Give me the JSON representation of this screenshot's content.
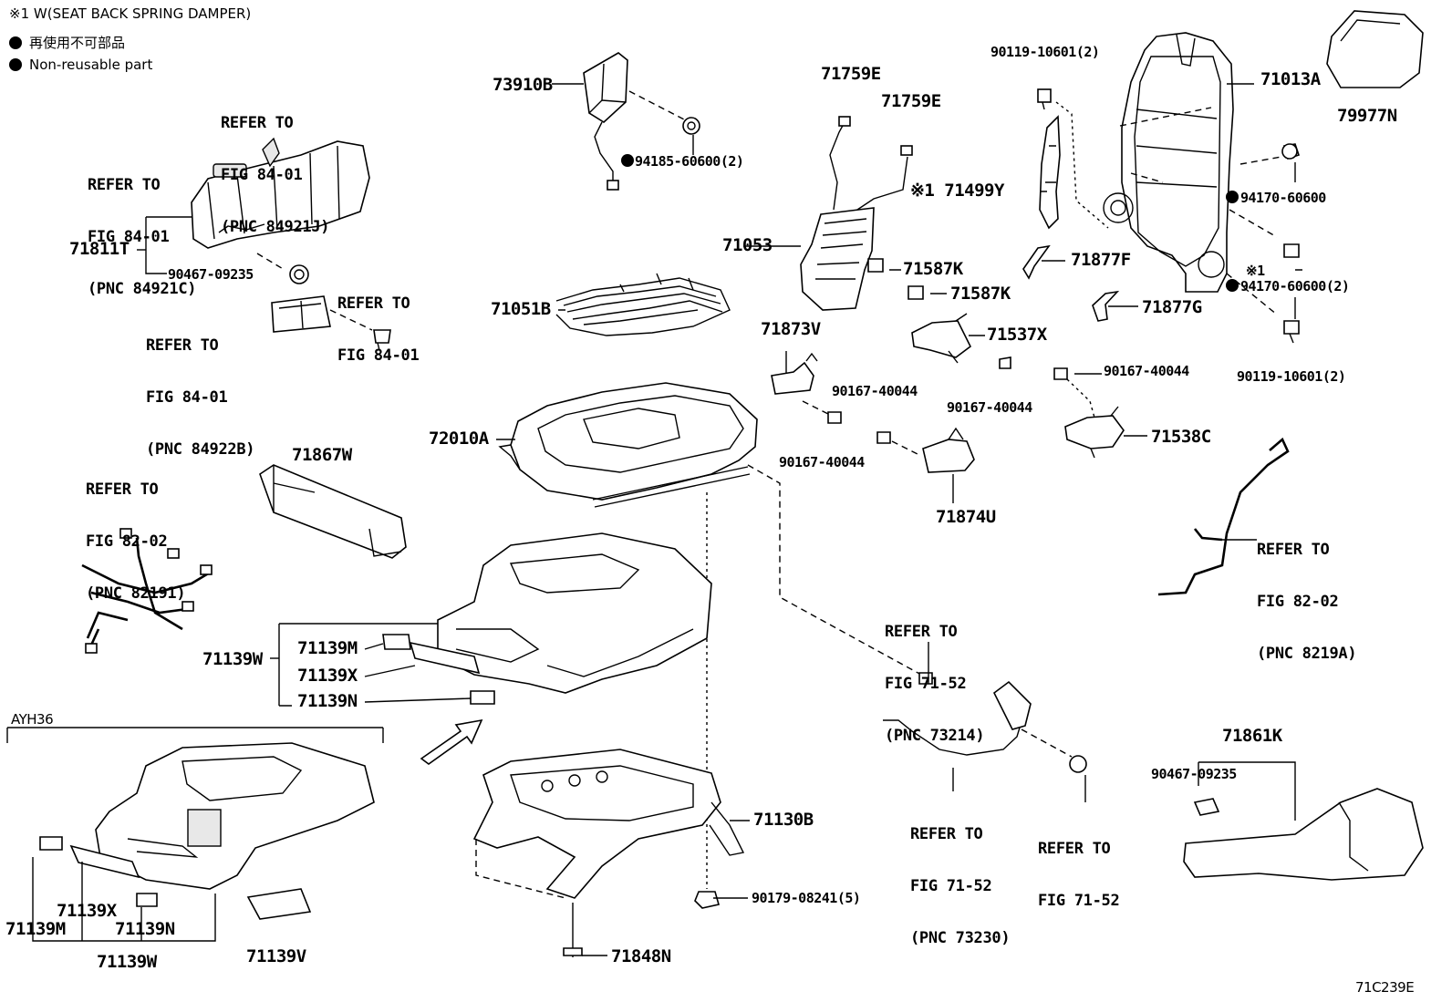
{
  "legend": {
    "note": "※1 W(SEAT BACK SPRING DAMPER)",
    "non_reusable_jp": "再使用不可部品",
    "non_reusable_en": "Non-reusable part"
  },
  "variant_box_label": "AYH36",
  "figure_id": "71C239E",
  "parts": {
    "p73910B": "73910B",
    "p94185": "94185-60600(2)",
    "p71759E_a": "71759E",
    "p71759E_b": "71759E",
    "p90119_top": "90119-10601(2)",
    "p71013A": "71013A",
    "p79977N": "79977N",
    "p94170_a": "94170-60600",
    "p1mark": "※1",
    "p94170_b": "94170-60600(2)",
    "p90119_bot": "90119-10601(2)",
    "p71499Y": "※1 71499Y",
    "p71877F": "71877F",
    "p71877G": "71877G",
    "p71053": "71053",
    "p71587K_a": "71587K",
    "p71587K_b": "71587K",
    "p71051B": "71051B",
    "p71873V": "71873V",
    "p71537X": "71537X",
    "p90167_a": "90167-40044",
    "p90167_b": "90167-40044",
    "p90167_c": "90167-40044",
    "p90167_d": "90167-40044",
    "p71538C": "71538C",
    "p72010A": "72010A",
    "p71874U": "71874U",
    "p71811T": "71811T",
    "p90467_a": "90467-09235",
    "p71867W": "71867W",
    "p71139W": "71139W",
    "p71139M": "71139M",
    "p71139X": "71139X",
    "p71139N": "71139N",
    "p71130B": "71130B",
    "p90179": "90179-08241(5)",
    "p71848N": "71848N",
    "p71861K": "71861K",
    "p90467_b": "90467-09235",
    "v71139X": "71139X",
    "v71139M": "71139M",
    "v71139N": "71139N",
    "v71139W": "71139W",
    "v71139V": "71139V"
  },
  "refs": {
    "r84921J": [
      "REFER TO",
      "FIG 84-01",
      "(PNC 84921J)"
    ],
    "r84921C": [
      "REFER TO",
      "FIG 84-01",
      "(PNC 84921C)"
    ],
    "r8401": [
      "REFER TO",
      "FIG 84-01"
    ],
    "r84922B": [
      "REFER TO",
      "FIG 84-01",
      "(PNC 84922B)"
    ],
    "r82191": [
      "REFER TO",
      "FIG 82-02",
      "(PNC 82191)"
    ],
    "r8219A": [
      "REFER TO",
      "FIG 82-02",
      "(PNC 8219A)"
    ],
    "r73214": [
      "REFER TO",
      "FIG 71-52",
      "(PNC 73214)"
    ],
    "r73230": [
      "REFER TO",
      "FIG 71-52",
      "(PNC 73230)"
    ],
    "r7152": [
      "REFER TO",
      "FIG 71-52"
    ]
  }
}
